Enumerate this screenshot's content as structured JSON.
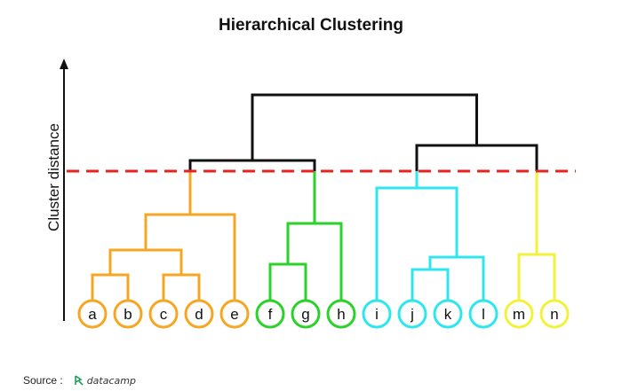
{
  "title": "Hierarchical Clustering",
  "y_axis_label": "Cluster distance",
  "source": {
    "label": "Source :",
    "brand": "datacamp"
  },
  "colors": {
    "orange": "#f5a623",
    "green": "#2ad22a",
    "cyan": "#2ee6ee",
    "yellow": "#f2f23a",
    "black": "#111111",
    "cut_line": "#e8221e"
  },
  "leaves": [
    {
      "label": "a",
      "cluster": "orange"
    },
    {
      "label": "b",
      "cluster": "orange"
    },
    {
      "label": "c",
      "cluster": "orange"
    },
    {
      "label": "d",
      "cluster": "orange"
    },
    {
      "label": "e",
      "cluster": "orange"
    },
    {
      "label": "f",
      "cluster": "green"
    },
    {
      "label": "g",
      "cluster": "green"
    },
    {
      "label": "h",
      "cluster": "green"
    },
    {
      "label": "i",
      "cluster": "cyan"
    },
    {
      "label": "j",
      "cluster": "cyan"
    },
    {
      "label": "k",
      "cluster": "cyan"
    },
    {
      "label": "l",
      "cluster": "cyan"
    },
    {
      "label": "m",
      "cluster": "yellow"
    },
    {
      "label": "n",
      "cluster": "yellow"
    }
  ]
}
